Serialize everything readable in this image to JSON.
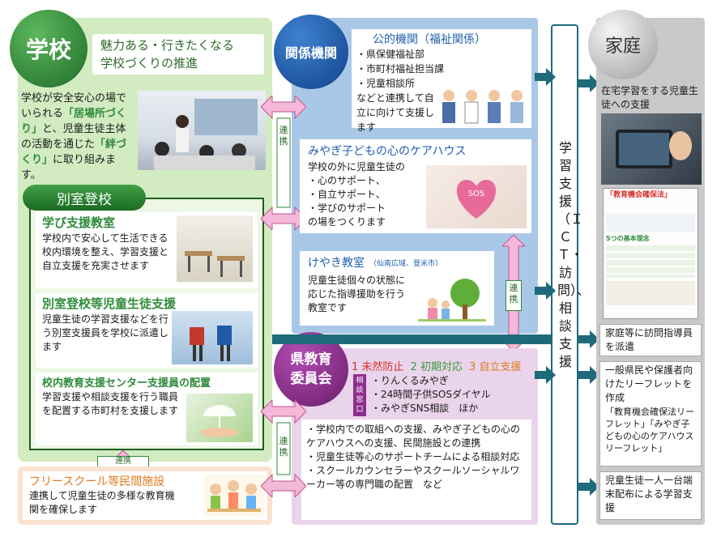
{
  "school": {
    "title": "学校",
    "subtitle_line1": "魅力ある・行きたくなる",
    "subtitle_line2": "学校づくりの推進",
    "body_pre": "学校が安全安心の場でいられる",
    "body_hl1": "「居場所づくり」",
    "body_mid": "と、児童生徒主体の活動を通じた",
    "body_hl2": "「絆づくり」",
    "body_post": "に取り組みます。"
  },
  "bessitsu": {
    "title": "別室登校",
    "sections": [
      {
        "title": "学び支援教室",
        "text": "学校内で安心して生活できる校内環境を整え、学習支援と自立支援を充実させます"
      },
      {
        "title": "別室登校等児童生徒支援",
        "text": "児童生徒の学習支援などを行う別室支援員を学校に派遣します"
      },
      {
        "title": "校内教育支援センター支援員の配置",
        "text": "学習支援や相談支援を行う職員を配置する市町村を支援します"
      }
    ]
  },
  "free_school": {
    "title": "フリースクール等民間施設",
    "text": "連携して児童生徒の多様な教育機関を確保します"
  },
  "kankei": {
    "title": "関係機関",
    "public_title": "公的機関（福祉関係）",
    "public_items": [
      "・県保健福祉部",
      "・市町村福祉担当課",
      "・児童相談所"
    ],
    "public_text": "などと連携して自立に向けて支援します",
    "carehouse_title": "みやぎ子どもの心のケアハウス",
    "carehouse_lines": [
      "学校の外に児童生徒の",
      "・心のサポート、",
      "・自立サポート、",
      "・学びのサポート",
      "の場をつくります"
    ],
    "sos_label": "SOS",
    "keyaki_title": "けやき教室",
    "keyaki_sub": "（仙南広域、登米市）",
    "keyaki_text": "児童生徒個々の状態に応じた指導援助を行う教室です"
  },
  "kyoiku": {
    "title_line1": "県教育",
    "title_line2": "委員会",
    "stage1": "1 未然防止",
    "stage2": "2 初期対応",
    "stage3": "3 自立支援",
    "madoguchi": "相談窓口",
    "madoguchi_items": [
      "・りんくるみやぎ",
      "・24時間子供SOSダイヤル",
      "・みやぎSNS相談　ほか"
    ],
    "items": [
      "・学校内での取組への支援、みやぎ子どもの心のケアハウスへの支援、民間施設との連携",
      "・児童生徒等心のサポートチームによる相談対応",
      "・スクールカウンセラーやスクールソーシャルワーカー等の専門職の配置　など"
    ]
  },
  "renkei": {
    "label": "連携"
  },
  "center": {
    "label": "学習支援（ＩＣＴ・訪問）、相談支援"
  },
  "home": {
    "title": "家庭",
    "text1": "在宅学習をする児童生徒への支援",
    "leaflet_head": "「教育機会確保法」",
    "leaflet_sub": "5つの基本理念",
    "box1": "家庭等に訪問指導員を派遣",
    "box2": "一般県民や保護者向けたリーフレットを作成",
    "box2_sub": "「教育機会確保法リーフレット」「みやぎ子どもの心のケアハウスリーフレット」",
    "box3": "児童生徒一人一台端末配布による学習支援"
  },
  "colors": {
    "school_green": "#2e8b3a",
    "kankei_blue": "#1f5fb0",
    "kyoiku_purple": "#8e2f8f",
    "home_gray": "#bdbdbd"
  }
}
